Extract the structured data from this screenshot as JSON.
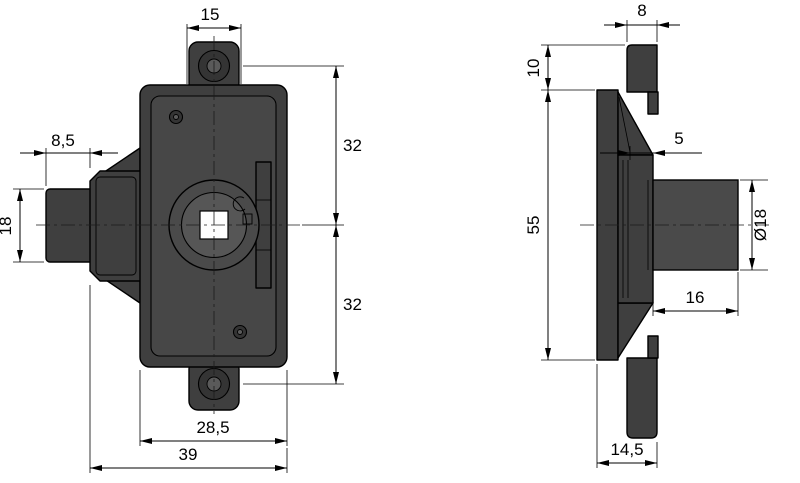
{
  "drawing": {
    "type": "technical-dimension-drawing",
    "part": "latch-lock-two-view",
    "colors": {
      "background": "#ffffff",
      "part_fill": "#3f3f3f",
      "line": "#000000"
    },
    "views": {
      "front": "front-view",
      "side": "side-view"
    },
    "dimensions": {
      "front_ear_width": "15",
      "front_latch_projection": "8,5",
      "front_latch_height": "18",
      "front_center_to_top_hole": "32",
      "front_center_to_bottom_hole": "32",
      "front_body_width": "28,5",
      "front_total_width": "39",
      "side_ear_thickness": "8",
      "side_ear_offset": "10",
      "side_plate_step": "5",
      "side_plate_height": "55",
      "side_bolt_diameter": "Ø18",
      "side_bolt_length": "16",
      "side_total_depth": "14,5"
    }
  }
}
